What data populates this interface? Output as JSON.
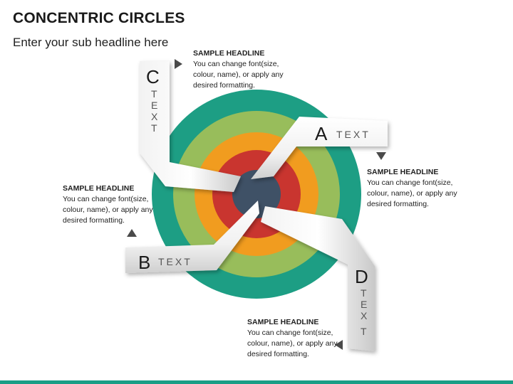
{
  "header": {
    "title": "CONCENTRIC CIRCLES",
    "subtitle": "Enter your sub headline here"
  },
  "diagram": {
    "ring_colors": [
      "#1d9e84",
      "#98bd5b",
      "#f19c1f",
      "#c9352f",
      "#3f5166"
    ],
    "labels": {
      "a": {
        "letter": "A",
        "word": "TEXT"
      },
      "b": {
        "letter": "B",
        "word": "TEXT"
      },
      "c": {
        "letter": "C",
        "chars": [
          "T",
          "E",
          "X",
          "T"
        ]
      },
      "d": {
        "letter": "D",
        "chars": [
          "T",
          "E",
          "X",
          "T"
        ]
      }
    },
    "callouts": {
      "top": {
        "headline": "SAMPLE HEADLINE",
        "body": "You can change font(size, colour, name), or apply any desired formatting."
      },
      "right": {
        "headline": "SAMPLE HEADLINE",
        "body": "You can change font(size, colour, name), or apply any desired formatting."
      },
      "left": {
        "headline": "SAMPLE HEADLINE",
        "body": "You can change font(size, colour, name), or apply any desired formatting."
      },
      "bottom": {
        "headline": "SAMPLE HEADLINE",
        "body": "You can change font(size, colour, name), or apply any desired formatting."
      }
    }
  }
}
